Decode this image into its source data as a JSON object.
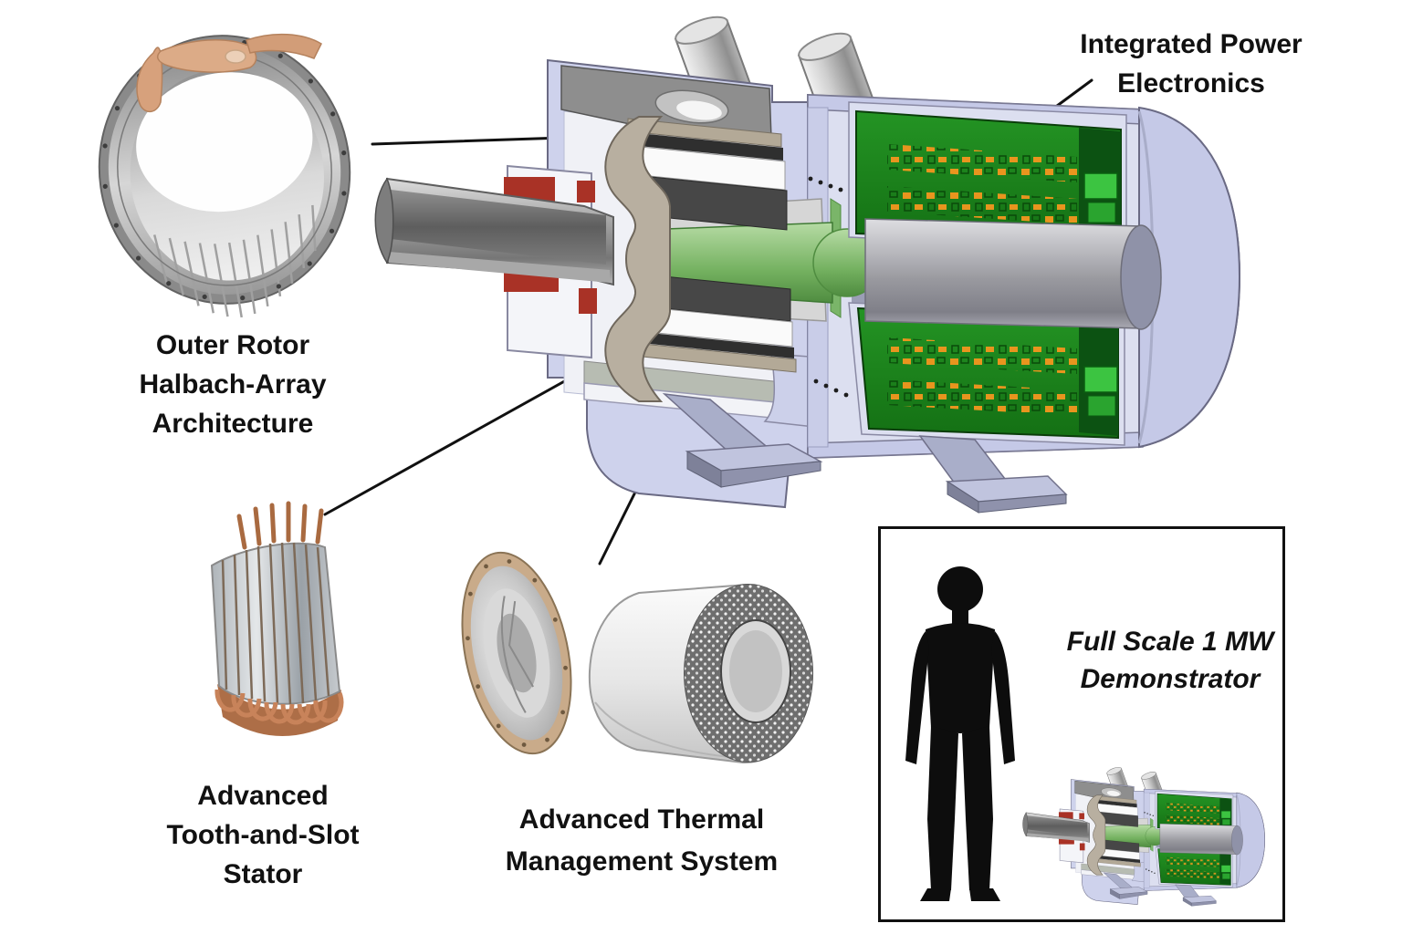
{
  "labels": {
    "outer_rotor": {
      "line1": "Outer Rotor",
      "line2": "Halbach-Array",
      "line3": "Architecture"
    },
    "integrated_power_electronics": {
      "line1": "Integrated Power",
      "line2": "Electronics"
    },
    "tooth_and_slot_stator": {
      "line1": "Advanced",
      "line2": "Tooth-and-Slot",
      "line3": "Stator"
    },
    "thermal_management": {
      "line1": "Advanced Thermal",
      "line2": "Management System"
    },
    "full_scale_demonstrator": {
      "line1": "Full Scale 1 MW",
      "line2": "Demonstrator"
    }
  },
  "figures": {
    "motor_cutaway": "cutaway-CAD-rendering-of-motor",
    "outer_rotor_photo": "metal-rotor-ring-held-by-hand",
    "stator_photo": "stator-with-copper-end-windings",
    "thermal_end_bell": "machined-end-bell",
    "thermal_cylinder": "perforated-cooling-cylinder",
    "human_silhouette": "person-for-scale",
    "demonstrator_motor": "small-motor-rendering"
  },
  "colors": {
    "housing_lavender": "#cdd1ec",
    "pcb_green": "#1d8c1e",
    "component_orange": "#e8951e",
    "shaft_green": "#7ab569",
    "bearing_red": "#a93226",
    "copper": "#b4714a",
    "label_text": "#111111"
  }
}
